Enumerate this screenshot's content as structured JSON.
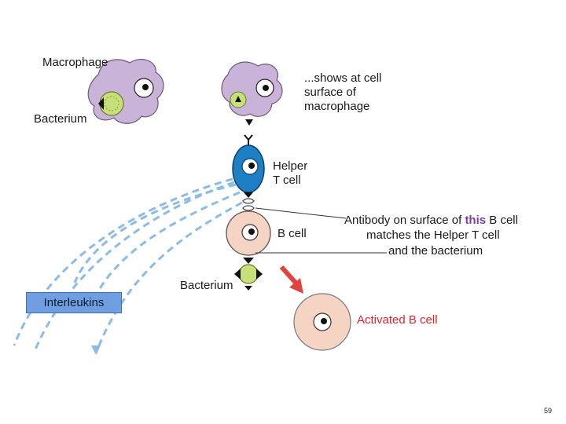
{
  "labels": {
    "macrophage": "Macrophage",
    "bacterium_top": "Bacterium",
    "shows_at": "...shows at cell surface of macrophage",
    "helper_t_line1": "Helper",
    "helper_t_line2": "T cell",
    "b_cell": "B cell",
    "bacterium_bottom": "Bacterium",
    "interleukins": "Interleukins",
    "activated_b_cell": "Activated B cell",
    "antibody_pre": "Antibody on surface of ",
    "antibody_this": "this",
    "antibody_post": " B cell",
    "antibody_line2": "matches the Helper T cell",
    "antibody_line3": "and the bacterium",
    "page_number": "59"
  },
  "colors": {
    "macrophage": "#c9b3d9",
    "bacterium": "#c8e07a",
    "helper_t": "#1f7fc4",
    "b_cell": "#f6d4c4",
    "arrow": "#e0443c",
    "dashed": "#7fb3e0",
    "interleukins_box": "#6f9fe0"
  }
}
